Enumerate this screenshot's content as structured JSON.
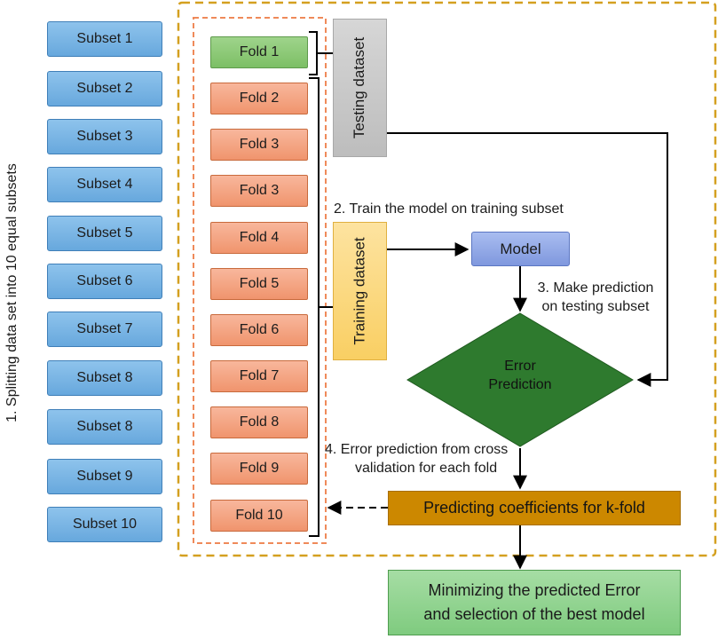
{
  "side_label": "1. Splitting data set into 10 equal subsets",
  "subsets": [
    "Subset 1",
    "Subset 2",
    "Subset 3",
    "Subset 4",
    "Subset 5",
    "Subset 6",
    "Subset 7",
    "Subset 8",
    "Subset 8",
    "Subset 9",
    "Subset 10"
  ],
  "folds": [
    "Fold 1",
    "Fold 2",
    "Fold 3",
    "Fold 3",
    "Fold 4",
    "Fold 5",
    "Fold 6",
    "Fold 7",
    "Fold 8",
    "Fold 9",
    "Fold 10"
  ],
  "testing_label": "Testing dataset",
  "training_label": "Training dataset",
  "step2": "2. Train the model on training subset",
  "model": "Model",
  "step3": [
    "3. Make prediction",
    "on testing subset"
  ],
  "error_label": [
    "Error",
    "Prediction"
  ],
  "step4": [
    "4. Error prediction from cross",
    "validation for each fold"
  ],
  "predicting": "Predicting coefficients for k-fold",
  "final": [
    "Minimizing the predicted Error",
    "and selection of the best model"
  ],
  "colors": {
    "subset": "#7ab6e6",
    "fold_test": "#8cca76",
    "fold_train": "#f4a383",
    "testing_box": "#c8c8c8",
    "training_box": "#fbd77a",
    "model": "#8fa8e6",
    "diamond": "#2e7a2e",
    "predicting": "#cc8800",
    "final": "#8fd28f",
    "outer_dashed": "#d4a020",
    "inner_dashed": "#ef8a5a"
  }
}
